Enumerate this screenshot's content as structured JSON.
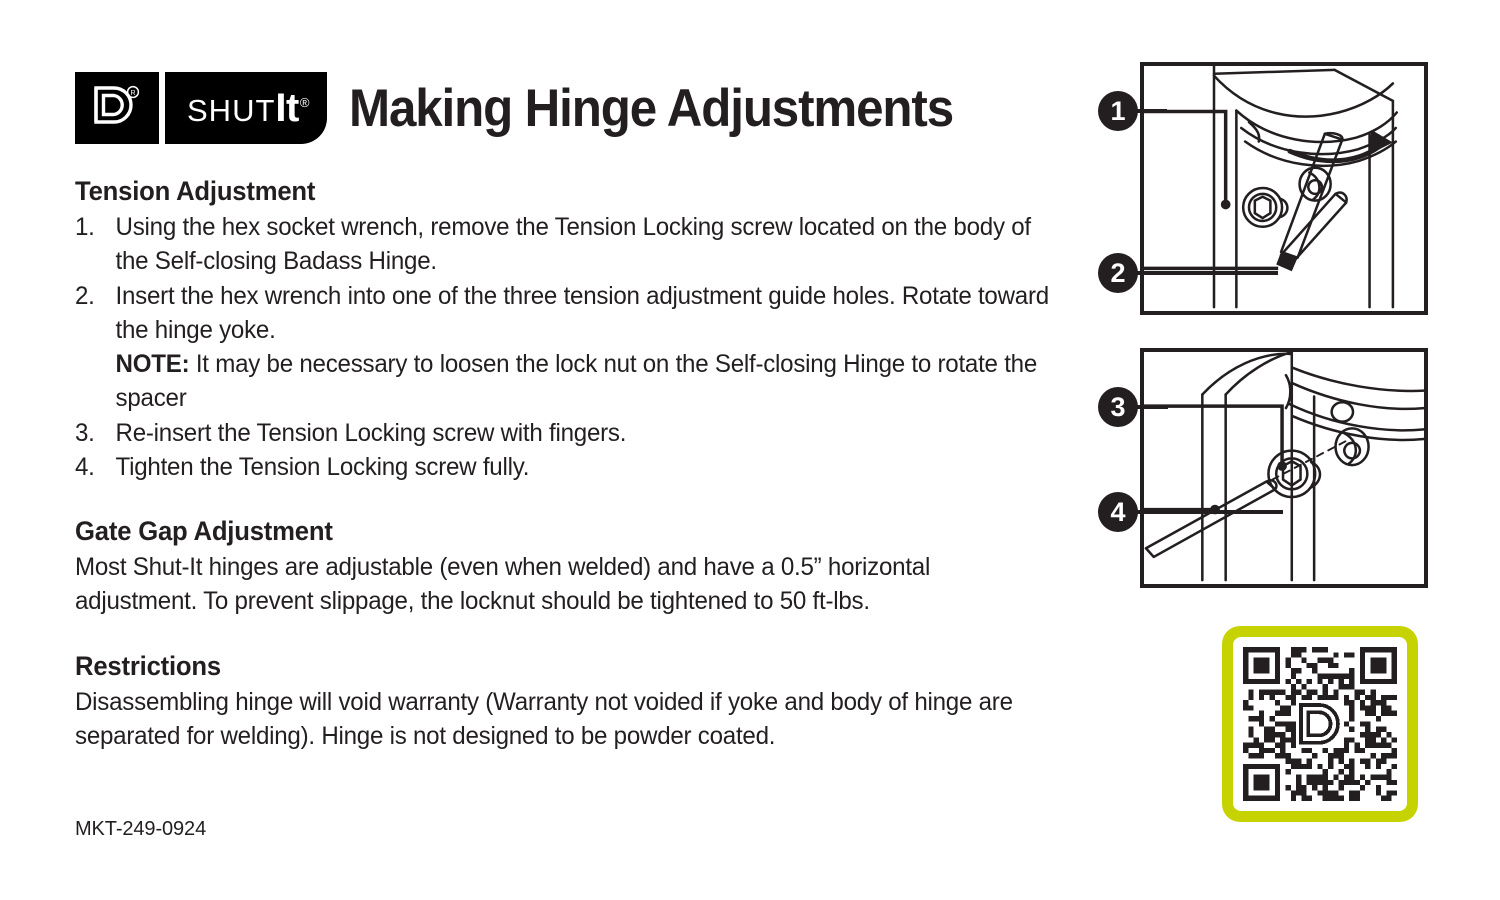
{
  "brand": {
    "logo_d_icon": "shutit-d-logo-icon",
    "logo_d_registered": "®",
    "wordmark_shut": "SHUT",
    "wordmark_it": "It",
    "wordmark_registered": "®"
  },
  "header": {
    "title": "Making Hinge Adjustments"
  },
  "sections": {
    "tension": {
      "heading": "Tension Adjustment",
      "steps": [
        {
          "num": "1.",
          "text": "Using the hex socket wrench, remove the Tension Locking screw located on the body of the Self-closing Badass Hinge."
        },
        {
          "num": "2.",
          "text": "Insert the hex wrench into one of the three tension adjustment guide holes. Rotate toward the hinge yoke.",
          "note_label": "NOTE:",
          "note_text": " It may be necessary to loosen the lock nut on the Self-closing Hinge to rotate the spacer"
        },
        {
          "num": "3.",
          "text": "Re-insert the Tension Locking screw with fingers."
        },
        {
          "num": "4.",
          "text": "Tighten the Tension Locking screw fully."
        }
      ]
    },
    "gate_gap": {
      "heading": "Gate Gap Adjustment",
      "body": "Most Shut-It hinges are adjustable (even when welded) and have a 0.5” horizontal adjustment. To prevent slippage, the locknut should be tightened to 50 ft-lbs."
    },
    "restrictions": {
      "heading": "Restrictions",
      "body": "Disassembling hinge will void warranty (Warranty not voided if yoke and body of hinge are separated for welding). Hinge is not designed to be powder coated."
    }
  },
  "footer": {
    "document_code": "MKT-249-0924"
  },
  "illustrations": {
    "panel_1": {
      "name": "hinge-tension-screw-diagram",
      "callouts": [
        {
          "label": "1",
          "target": "tension-locking-screw"
        },
        {
          "label": "2",
          "target": "hex-wrench-rotation"
        }
      ]
    },
    "panel_2": {
      "name": "hinge-reinsert-screw-diagram",
      "callouts": [
        {
          "label": "3",
          "target": "tension-locking-screw-reinsert"
        },
        {
          "label": "4",
          "target": "hex-wrench-insert"
        }
      ]
    }
  },
  "qr": {
    "name": "qr-code",
    "border_color": "#c6d300",
    "center_logo": "shutit-d-logo-icon"
  },
  "colors": {
    "ink": "#231f20",
    "accent_green": "#c6d300",
    "background": "#ffffff"
  }
}
